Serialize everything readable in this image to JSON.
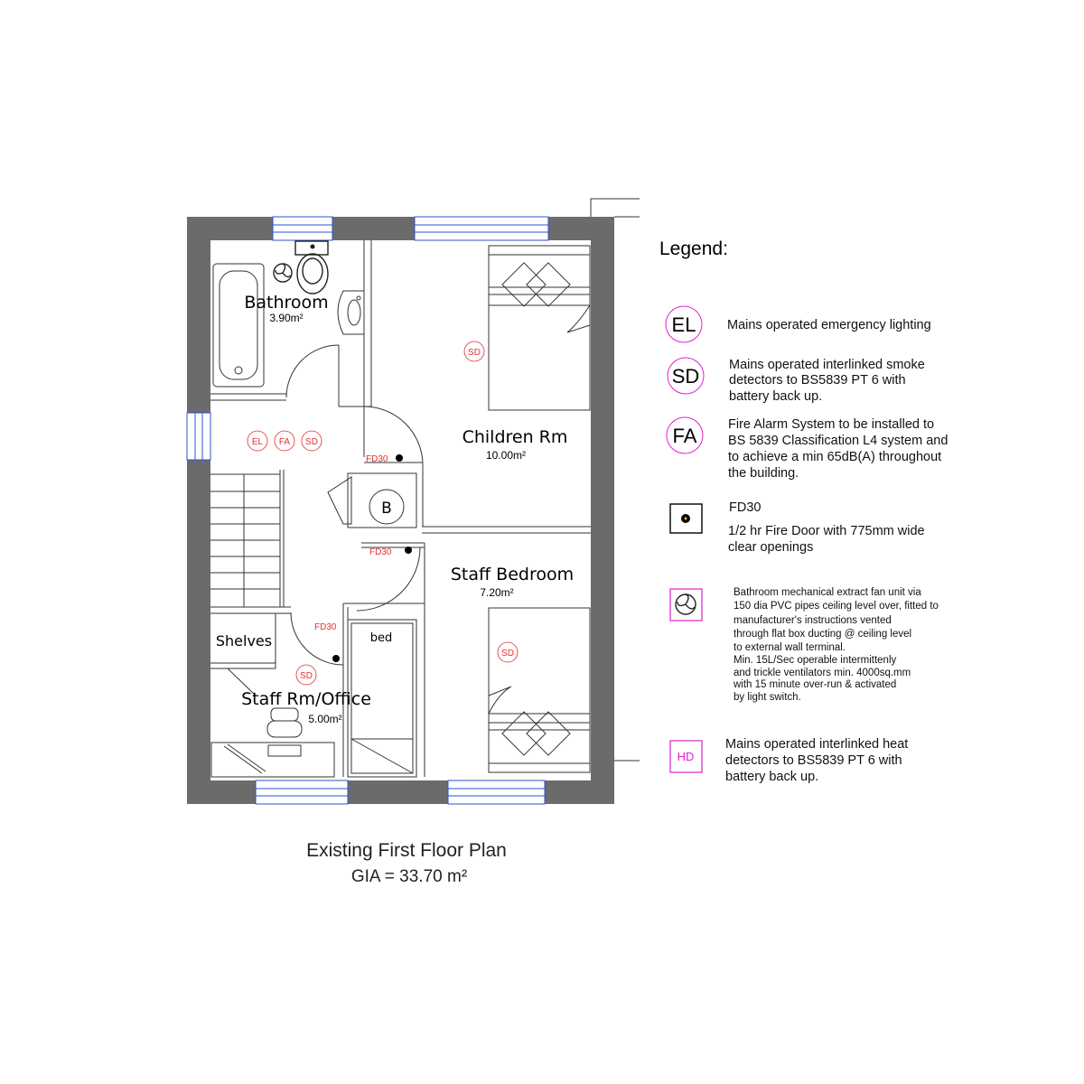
{
  "colors": {
    "wall": "#6b6b6b",
    "window": "#2a55cc",
    "symbol_red": "#e03030",
    "legend_magenta": "#e020d0"
  },
  "rooms": {
    "bathroom": {
      "name": "Bathroom",
      "area": "3.90m²"
    },
    "children": {
      "name": "Children Rm",
      "area": "10.00m²"
    },
    "staff_bedroom": {
      "name": "Staff Bedroom",
      "area": "7.20m²"
    },
    "office": {
      "name": "Staff Rm/Office",
      "area": "5.00m²"
    },
    "shelves": {
      "name": "Shelves"
    },
    "bed": {
      "name": "bed"
    },
    "boiler": {
      "name": "B"
    }
  },
  "symbols": {
    "el": "EL",
    "fa": "FA",
    "sd": "SD",
    "fd30": "FD30",
    "hd": "HD"
  },
  "legend": {
    "title": "Legend:",
    "el_text": "Mains operated emergency lighting",
    "sd_lines": [
      "Mains operated interlinked smoke",
      "detectors to BS5839 PT 6 with",
      "battery back up."
    ],
    "fa_lines": [
      "Fire Alarm System to be installed to",
      "BS 5839 Classification L4 system and",
      "to achieve a min 65dB(A) throughout",
      "the building."
    ],
    "fd30_title": "FD30",
    "fd30_lines": [
      "1/2 hr Fire Door with 775mm wide",
      "clear openings"
    ],
    "fan_lines": [
      "Bathroom mechanical extract fan unit via",
      "150 dia PVC pipes ceiling level over, fitted to",
      "manufacturer's instructions vented",
      "through flat box ducting @ ceiling level",
      "to external wall terminal.",
      "Min. 15L/Sec operable intermittenly",
      "and trickle ventilators min. 4000sq.mm",
      "with 15 minute over-run & activated",
      "by light switch."
    ],
    "hd_lines": [
      "Mains operated interlinked heat",
      "detectors to BS5839 PT 6 with",
      "battery back up."
    ]
  },
  "caption": {
    "title": "Existing First Floor Plan",
    "gia": "GIA = 33.70 m²"
  }
}
